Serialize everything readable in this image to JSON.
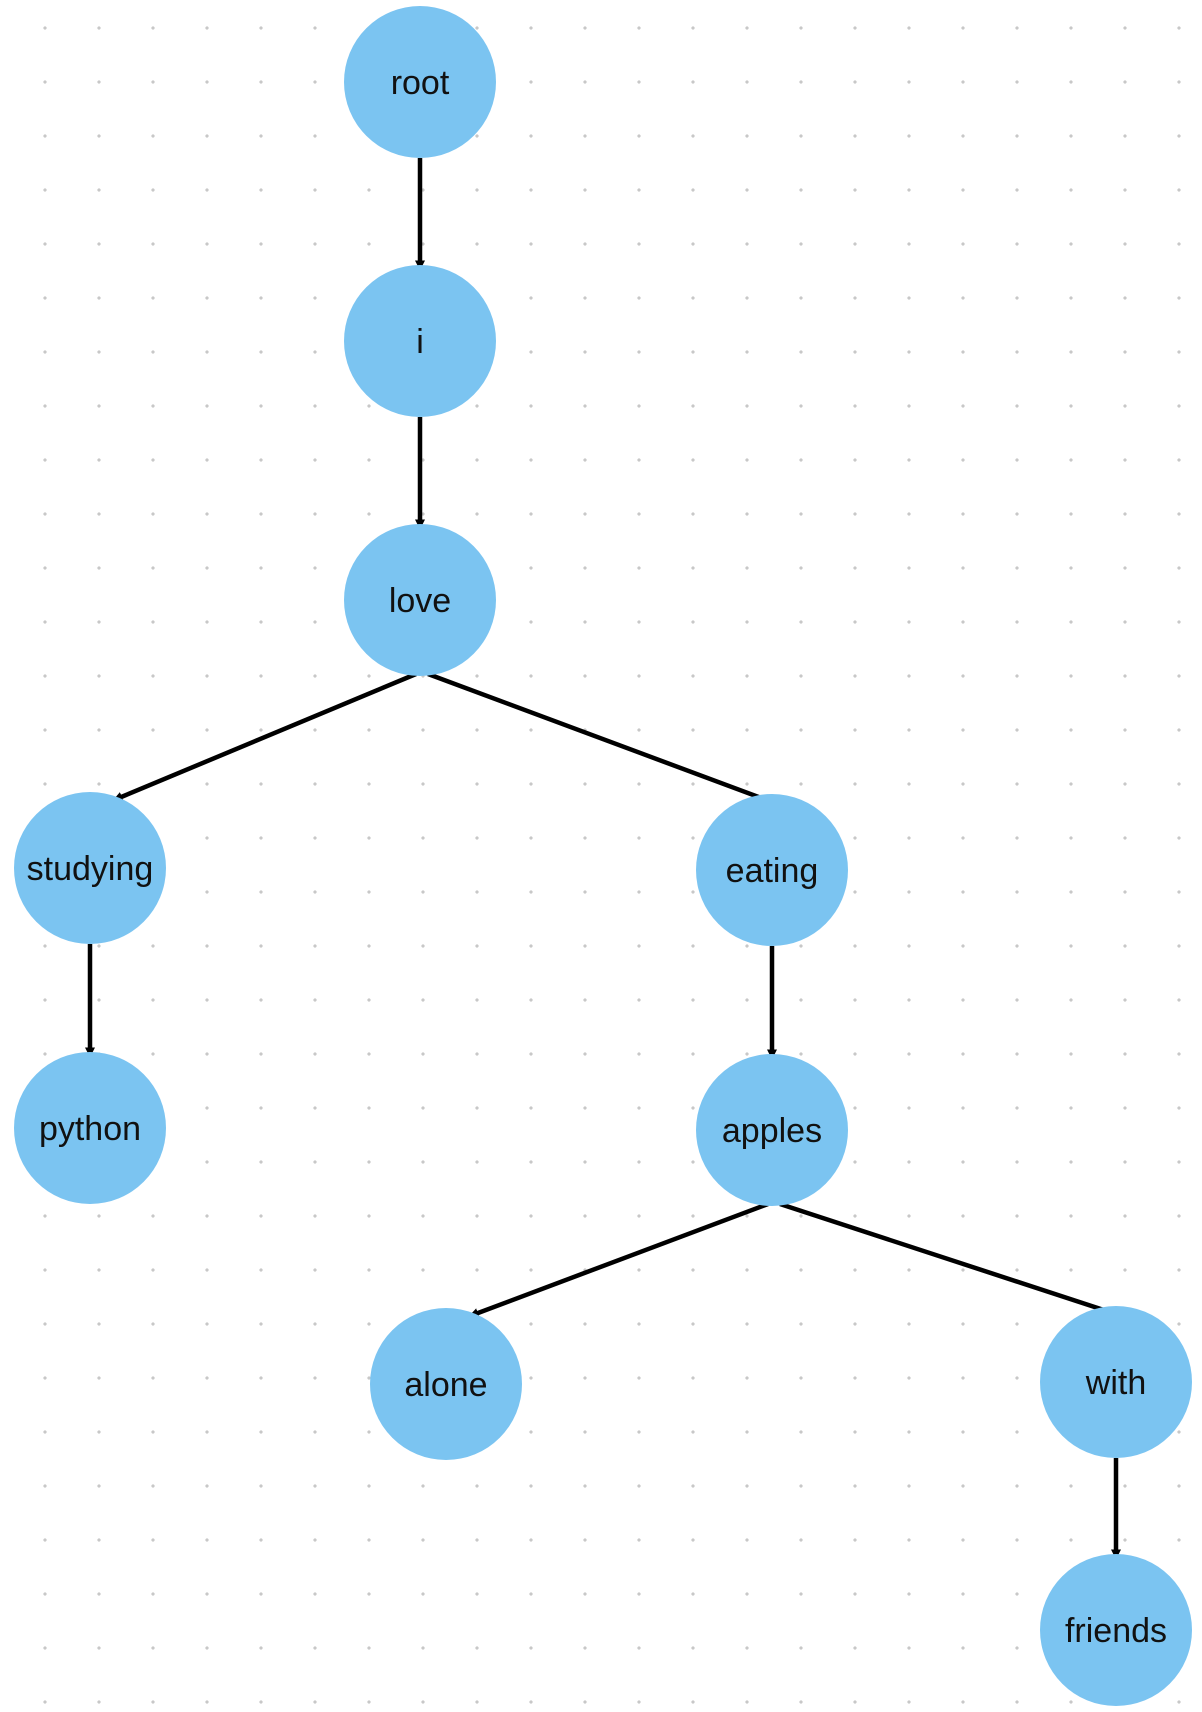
{
  "colors": {
    "node_fill": "#7bc4f1",
    "edge": "#000000",
    "label": "#111111",
    "grid_dot": "#c8c8c8"
  },
  "nodes": [
    {
      "id": "root",
      "label": "root"
    },
    {
      "id": "i",
      "label": "i"
    },
    {
      "id": "love",
      "label": "love"
    },
    {
      "id": "studying",
      "label": "studying"
    },
    {
      "id": "python",
      "label": "python"
    },
    {
      "id": "eating",
      "label": "eating"
    },
    {
      "id": "apples",
      "label": "apples"
    },
    {
      "id": "alone",
      "label": "alone"
    },
    {
      "id": "with",
      "label": "with"
    },
    {
      "id": "friends",
      "label": "friends"
    }
  ],
  "edges": [
    {
      "from": "root",
      "to": "i"
    },
    {
      "from": "i",
      "to": "love"
    },
    {
      "from": "love",
      "to": "studying"
    },
    {
      "from": "love",
      "to": "eating"
    },
    {
      "from": "studying",
      "to": "python"
    },
    {
      "from": "eating",
      "to": "apples"
    },
    {
      "from": "apples",
      "to": "alone"
    },
    {
      "from": "apples",
      "to": "with"
    },
    {
      "from": "with",
      "to": "friends"
    }
  ]
}
